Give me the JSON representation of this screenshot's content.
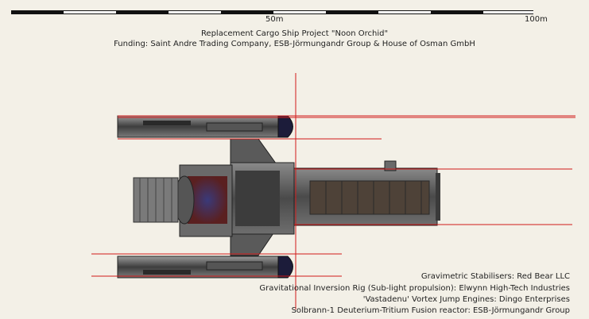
{
  "scale": {
    "label_mid": "50m",
    "label_end": "100m"
  },
  "title": {
    "line1": "Replacement Cargo Ship Project \"Noon Orchid\"",
    "line2": "Funding: Saint Andre Trading Company, ESB-Jörmungandr Group & House of Osman GmbH"
  },
  "credits": [
    "Gravimetric Stabilisers: Red Bear LLC",
    "Gravitational Inversion Rig (Sub-light propulsion): Elwynn High-Tech Industries",
    "'Vastadenu' Vortex Jump Engines: Dingo Enterprises",
    "Solbrann-1 Deuterium-Tritium Fusion reactor: ESB-Jörmungandr Group"
  ],
  "colors": {
    "background": "#f3f0e7",
    "guide_lines": "#d11a1a",
    "hull": "#5c5c5c",
    "hull_dark": "#333333",
    "engine_glow": "#6b2b2b",
    "pod_cap": "#1c1c3a"
  }
}
